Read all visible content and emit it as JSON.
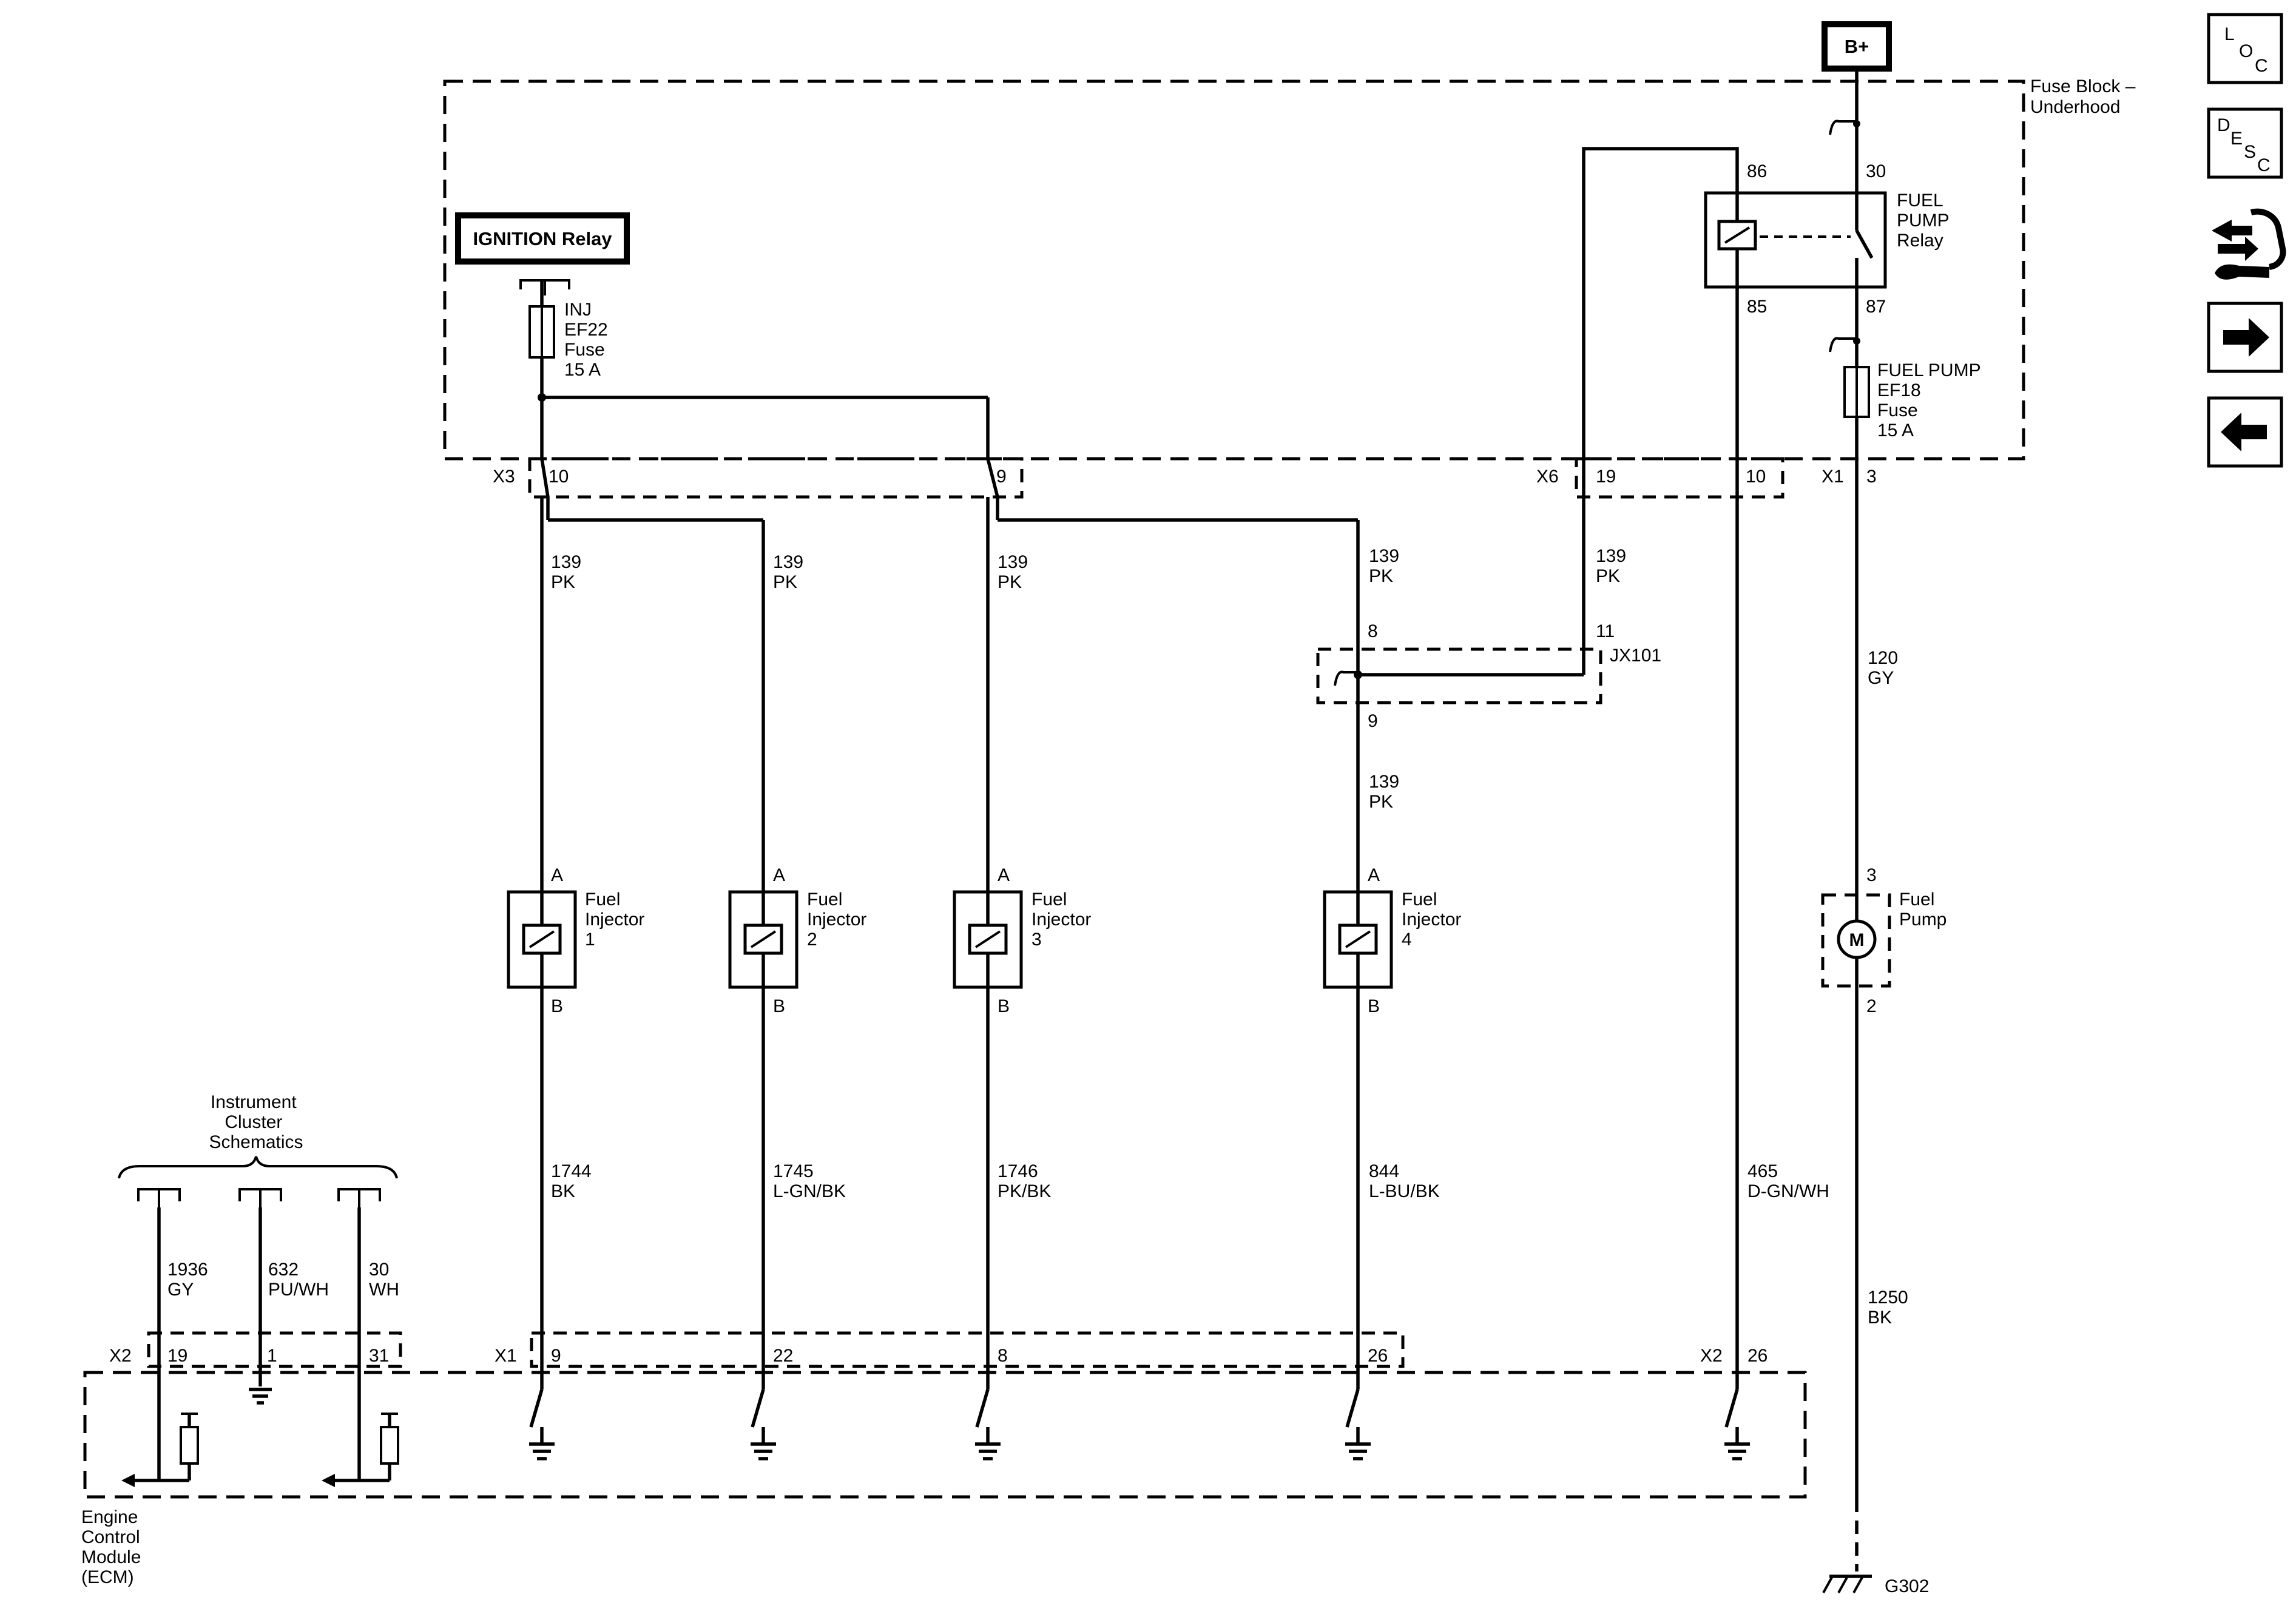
{
  "labels": {
    "b_plus": "B+",
    "fuse_block": [
      "Fuse Block –",
      "Underhood"
    ],
    "ignition_relay": "IGNITION Relay",
    "inj_fuse": [
      "INJ",
      "EF22",
      "Fuse",
      "15 A"
    ],
    "fuel_pump_fuse": [
      "FUEL PUMP",
      "EF18",
      "Fuse",
      "15 A"
    ],
    "fuel_pump_relay": [
      "FUEL",
      "PUMP",
      "Relay"
    ],
    "relay_pins": {
      "p86": "86",
      "p30": "30",
      "p85": "85",
      "p87": "87"
    },
    "connectors": {
      "x3": "X3",
      "x6": "X6",
      "x1_top": "X1",
      "x2_left": "X2",
      "x1_bottom": "X1",
      "x2_right": "X2",
      "jx101": "JX101"
    },
    "pins": {
      "x3_10": "10",
      "x3_9": "9",
      "x6_19": "19",
      "x6_10": "10",
      "x1_3": "3",
      "jx_8": "8",
      "jx_11": "11",
      "jx_9": "9",
      "ecm_19": "19",
      "ecm_1": "1",
      "ecm_31": "31",
      "ecm_9": "9",
      "ecm_22": "22",
      "ecm_8": "8",
      "ecm_26a": "26",
      "ecm_26b": "26"
    },
    "wires": {
      "w1": [
        "139",
        "PK"
      ],
      "w2": [
        "139",
        "PK"
      ],
      "w3": [
        "139",
        "PK"
      ],
      "w4": [
        "139",
        "PK"
      ],
      "w5": [
        "139",
        "PK"
      ],
      "w6": [
        "139",
        "PK"
      ],
      "w_gy": [
        "120",
        "GY"
      ],
      "w1744": [
        "1744",
        "BK"
      ],
      "w1745": [
        "1745",
        "L-GN/BK"
      ],
      "w1746": [
        "1746",
        "PK/BK"
      ],
      "w844": [
        "844",
        "L-BU/BK"
      ],
      "w465": [
        "465",
        "D-GN/WH"
      ],
      "w1250": [
        "1250",
        "BK"
      ],
      "w1936": [
        "1936",
        "GY"
      ],
      "w632": [
        "632",
        "PU/WH"
      ],
      "w30": [
        "30",
        "WH"
      ]
    },
    "injectors": [
      [
        "Fuel",
        "Injector",
        "1"
      ],
      [
        "Fuel",
        "Injector",
        "2"
      ],
      [
        "Fuel",
        "Injector",
        "3"
      ],
      [
        "Fuel",
        "Injector",
        "4"
      ]
    ],
    "pin_a": "A",
    "pin_b": "B",
    "fuel_pump": [
      "Fuel",
      "Pump"
    ],
    "pump_pin_3": "3",
    "pump_pin_2": "2",
    "motor": "M",
    "instrument_cluster": [
      "Instrument",
      "Cluster",
      "Schematics"
    ],
    "ecm": [
      "Engine",
      "Control",
      "Module",
      "(ECM)"
    ],
    "ground": "G302"
  },
  "nav": {
    "loc": {
      "l": "L",
      "o": "O",
      "c": "C"
    },
    "desc": {
      "d": "D",
      "e": "E",
      "s": "S",
      "c": "C"
    },
    "icons": [
      "connector-tool-icon",
      "arrow-right-icon",
      "arrow-left-icon"
    ]
  }
}
